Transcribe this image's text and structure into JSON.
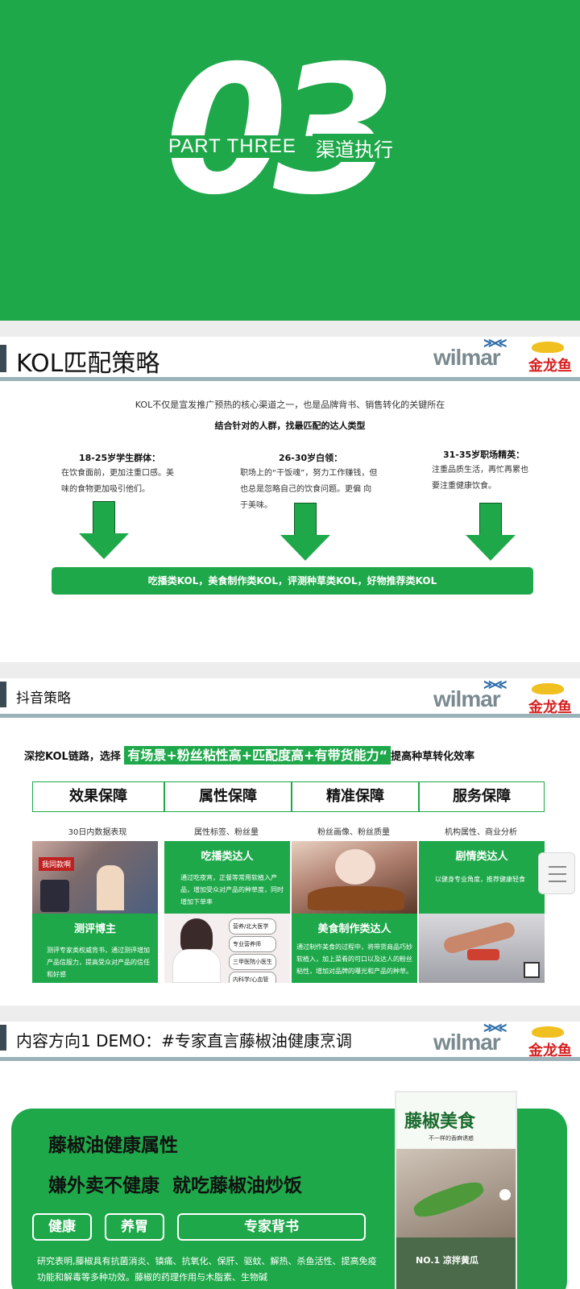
{
  "slide1": {
    "number": "03",
    "part_label": "PART THREE",
    "section_title": "渠道执行"
  },
  "brand": {
    "wilmar": "wilmar",
    "jinlongyu": "金龙鱼"
  },
  "slide2": {
    "title": "KOL匹配策略",
    "intro": "KOL不仅是宣发推广预热的核心渠道之一，也是品牌背书、销售转化的关键所在",
    "emphasis": "结合针对的人群，找最匹配的达人类型",
    "groups": [
      {
        "heading": "18-25岁学生群体：",
        "lines": [
          "在饮食面前，更加注重口感。美",
          "味的食物更加吸引他们。"
        ]
      },
      {
        "heading": "26-30岁白领：",
        "lines": [
          "职场上的“干饭魂”，努力工作赚钱，但",
          "也总是忽略自己的饮食问题。更偏 向",
          "于美味。"
        ]
      },
      {
        "heading": "31-35岁职场精英：",
        "lines": [
          "注重品质生活，再忙再累也",
          "要注重健康饮食。"
        ]
      }
    ],
    "result_bar": "吃播类KOL，美食制作类KOL，评测种草类KOL，好物推荐类KOL"
  },
  "slide3": {
    "title": "抖音策略",
    "lead_before": "深挖KOL链路，选择",
    "lead_highlight": "有场景+粉丝粘性高+匹配度高+有带货能力“",
    "lead_after": "提高种草转化效率",
    "tabs": [
      "效果保障",
      "属性保障",
      "精准保障",
      "服务保障"
    ],
    "tab_subs": [
      "30日内数据表现",
      "属性标签、粉丝量",
      "粉丝画像、粉丝质量",
      "机构属性、商业分析"
    ],
    "cells": [
      {
        "title": "吃播类达人",
        "desc": "通过吃夜宵，正餐等常用软植入产品，增加受众对产品的种草度，同时增加下单率"
      },
      {
        "title": "剧情类达人",
        "desc": "以健身专业角度，推荐健康轻食"
      },
      {
        "title": "测评博主",
        "desc": "测评专家类权威背书，通过测评增加产品信服力，提高受众对产品的信任和好感"
      },
      {
        "title": "美食制作类达人",
        "desc": "通过制作美食的过程中，将带货商品巧妙软植入，加上菜肴的可口以及达人的粉丝粘性，增加对品牌的曝光和产品的种草。"
      }
    ],
    "photo_caption_1": "我同款啊",
    "photo_tags": [
      "营养/北大医学",
      "专业营养师",
      "三甲医院小医生",
      "内科学/心血管"
    ]
  },
  "slide4": {
    "title": "内容方向1 DEMO：#专家直言藤椒油健康烹调",
    "headline1": "藤椒油健康属性",
    "headline2": "嫌外卖不健康  就吃藤椒油炒饭",
    "pills": [
      "健康",
      "养胃",
      "专家背书"
    ],
    "body": "研究表明,藤椒具有抗菌消炎、镇痛、抗氧化、保肝、驱蚊、解热、杀鱼活性、提高免疫功能和解毒等多种功效。藤椒的药理作用与木脂素、生物碱",
    "phone_title": "藤椒美食",
    "phone_sub": "不一样的香麻诱惑",
    "phone_caption": "NO.1 凉拌黄瓜"
  },
  "colors": {
    "green": "#1ea84a",
    "header_line": "#9bb3b8",
    "dark_bar": "#3a4a55",
    "brand_red": "#d62020"
  }
}
